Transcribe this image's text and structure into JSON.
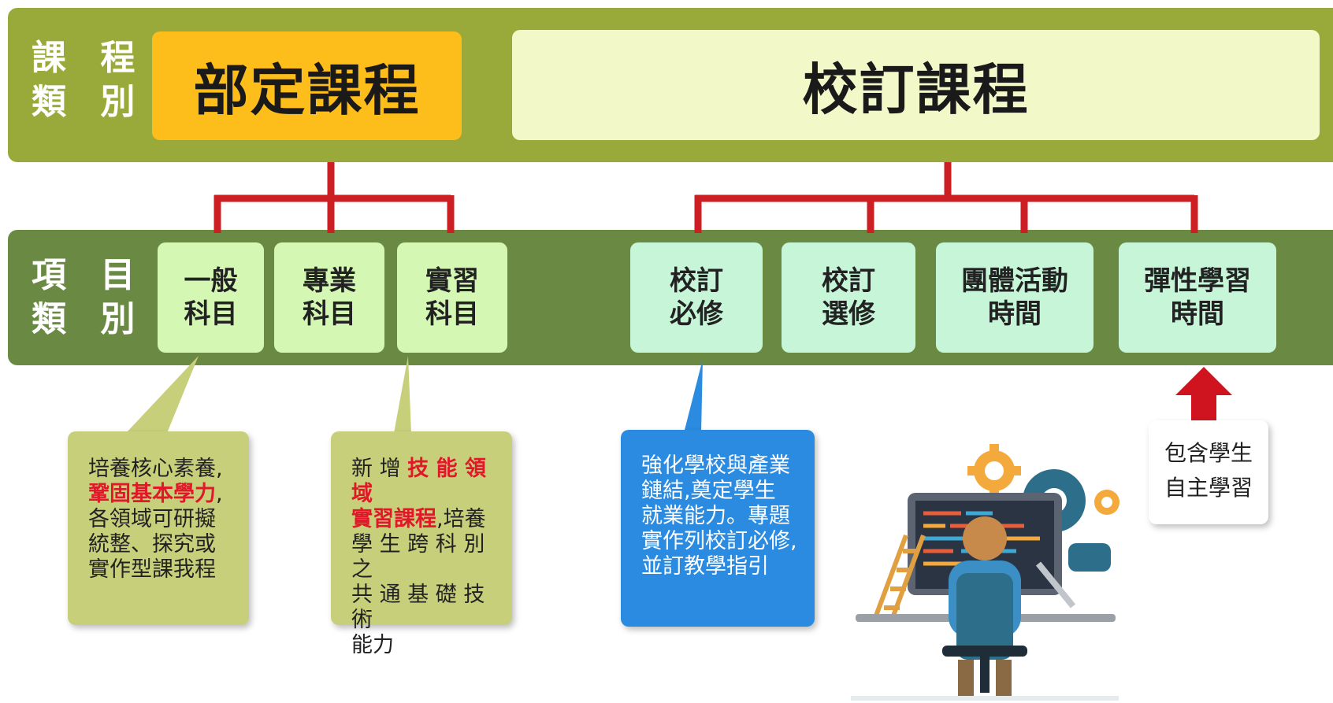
{
  "rows": {
    "course_category": [
      "課 程",
      "類 別"
    ],
    "item_category": [
      "項 目",
      "類 別"
    ]
  },
  "top": {
    "dept_course": "部定課程",
    "school_course": "校訂課程"
  },
  "items": {
    "general": [
      "一般",
      "科目"
    ],
    "professional": [
      "專業",
      "科目"
    ],
    "practical": [
      "實習",
      "科目"
    ],
    "school_required": [
      "校訂",
      "必修"
    ],
    "school_elective": [
      "校訂",
      "選修"
    ],
    "group_activity": [
      "團體活動",
      "時間"
    ],
    "flexible_learning": [
      "彈性學習",
      "時間"
    ]
  },
  "notes": {
    "general": {
      "line1": "培養核心素養,",
      "line2_red": "鞏固基本學力",
      "line2_rest": ",",
      "line3": "各領域可研擬",
      "line4": "統整、探究或",
      "line5": "實作型課我程"
    },
    "practical": {
      "line1_pre": "新 增 ",
      "line1_red": "技 能 領 域",
      "line2_red": "實習課程",
      "line2_rest": ",培養",
      "line3": "學 生 跨 科 別 之",
      "line4": "共 通 基 礎 技 術",
      "line5": "能力"
    },
    "school_required": {
      "line1": "強化學校與產業",
      "line2": "鏈結,奠定學生",
      "line3": "就業能力。專題",
      "line4": "實作列校訂必修,",
      "line5": "並訂教學指引"
    },
    "flexible": {
      "line1": "包含學生",
      "line2": "自主學習"
    }
  },
  "colors": {
    "band_top": "#9aaa3a",
    "band_mid": "#6a8a44",
    "dept_box": "#fdbd1a",
    "school_box": "#f3f8c8",
    "connector": "#cc1f24",
    "arrow": "#d0141f"
  },
  "icons": [
    "computer-programmer-illustration",
    "gear-icon",
    "red-up-arrow"
  ]
}
